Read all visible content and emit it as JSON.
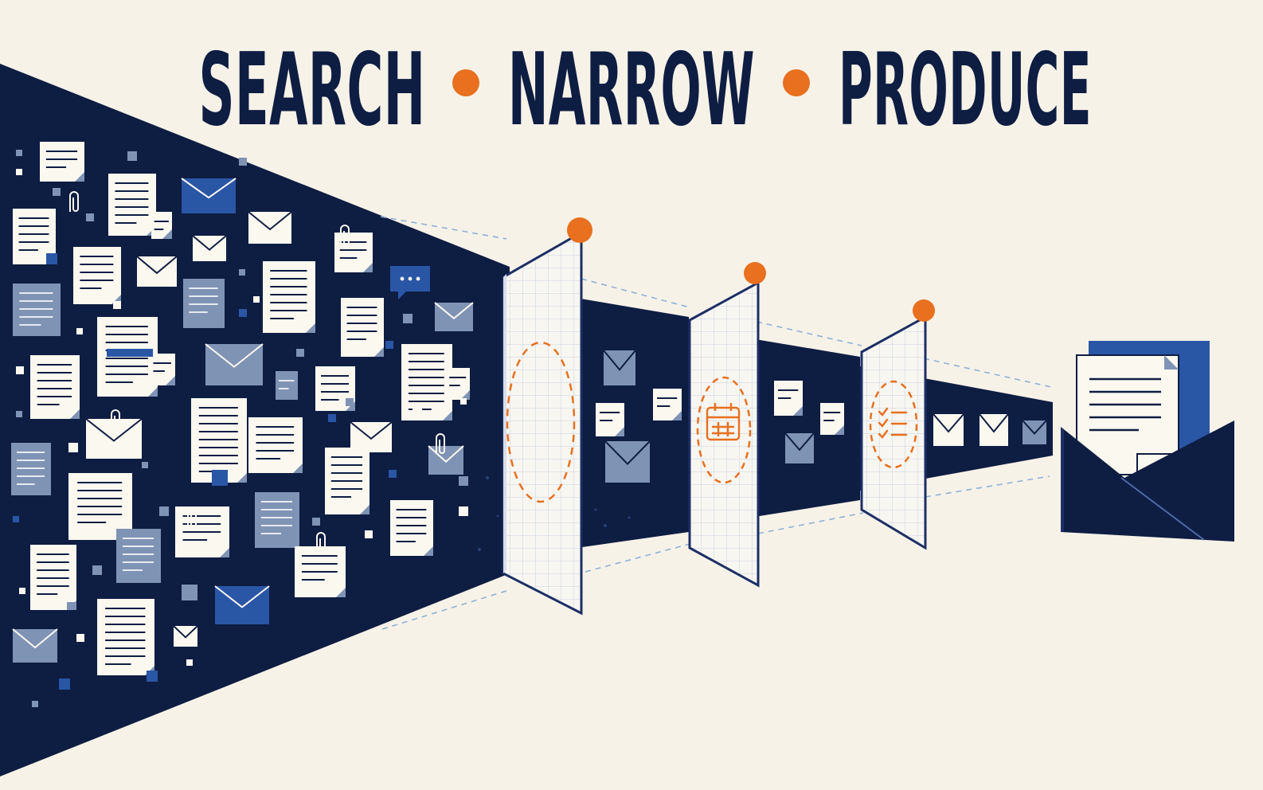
{
  "title": {
    "words": [
      "SEARCH",
      "NARROW",
      "PRODUCE"
    ]
  },
  "colors": {
    "background": "#f7f2e8",
    "navy": "#0e1d42",
    "accent_orange": "#e8701f",
    "blue": "#2a56a6",
    "slate": "#7f93b5",
    "paper": "#fbf8f0",
    "dashed_line": "#8fb1d8"
  },
  "stages": [
    {
      "icon": "empty-target-icon"
    },
    {
      "icon": "calendar-icon"
    },
    {
      "icon": "checklist-icon"
    }
  ],
  "output": {
    "icon": "envelope-with-document-icon"
  }
}
